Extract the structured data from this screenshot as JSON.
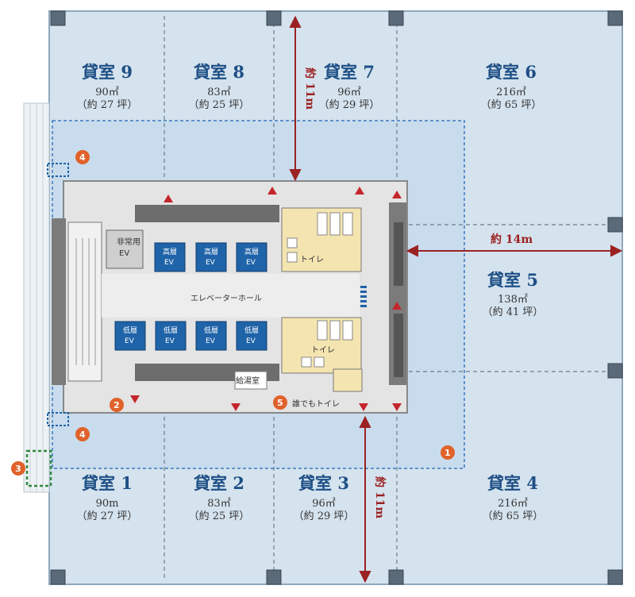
{
  "rooms": [
    {
      "id": "9",
      "name": "貸室 9",
      "area": "90㎡",
      "tsubo": "（約 27 坪）"
    },
    {
      "id": "8",
      "name": "貸室 8",
      "area": "83㎡",
      "tsubo": "（約 25 坪）"
    },
    {
      "id": "7",
      "name": "貸室 7",
      "area": "96㎡",
      "tsubo": "（約 29 坪）"
    },
    {
      "id": "6",
      "name": "貸室 6",
      "area": "216㎡",
      "tsubo": "（約 65 坪）"
    },
    {
      "id": "5",
      "name": "貸室 5",
      "area": "138㎡",
      "tsubo": "（約 41 坪）"
    },
    {
      "id": "1",
      "name": "貸室 1",
      "area": "90m",
      "tsubo": "（約 27 坪）"
    },
    {
      "id": "2",
      "name": "貸室 2",
      "area": "83㎡",
      "tsubo": "（約 25 坪）"
    },
    {
      "id": "3",
      "name": "貸室 3",
      "area": "96㎡",
      "tsubo": "（約 29 坪）"
    },
    {
      "id": "4",
      "name": "貸室 4",
      "area": "216㎡",
      "tsubo": "（約 65 坪）"
    }
  ],
  "dimensions": {
    "top": "約 11m",
    "right": "約 14m",
    "bottom": "約 11m"
  },
  "core": {
    "elevator_hall": "エレベーターホール",
    "toilet_upper": "トイレ",
    "toilet_lower": "トイレ",
    "kitchenette": "給湯室",
    "accessible_toilet": "誰でもトイレ",
    "emergency_ev_line1": "非常用",
    "emergency_ev_line2": "EV",
    "high_ev_label": "高層",
    "low_ev_label": "低層",
    "ev_label": "EV"
  },
  "badges": [
    "1",
    "2",
    "3",
    "4",
    "4",
    "5"
  ],
  "colors": {
    "floor": "#d5e3ee",
    "core": "#e3e3e3",
    "room_text": "#1e4f86",
    "dimension": "#9b2222",
    "badge": "#e0622a",
    "ev": "#1f63a8",
    "toilet": "#f4e4b0"
  }
}
